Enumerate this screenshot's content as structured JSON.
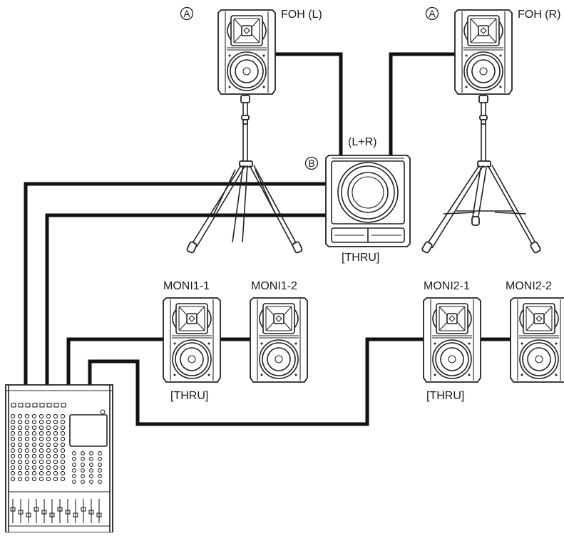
{
  "labels": {
    "foh_left": "FOH (L)",
    "foh_right": "FOH (R)",
    "sub": "(L+R)",
    "sub_thru": "[THRU]",
    "moni1_1": "MONI1-1",
    "moni1_2": "MONI1-2",
    "moni2_1": "MONI2-1",
    "moni2_2": "MONI2-2",
    "moni1_thru": "[THRU]",
    "moni2_thru": "[THRU]"
  },
  "markers": {
    "a_left": "A",
    "a_right": "A",
    "b": "B"
  }
}
